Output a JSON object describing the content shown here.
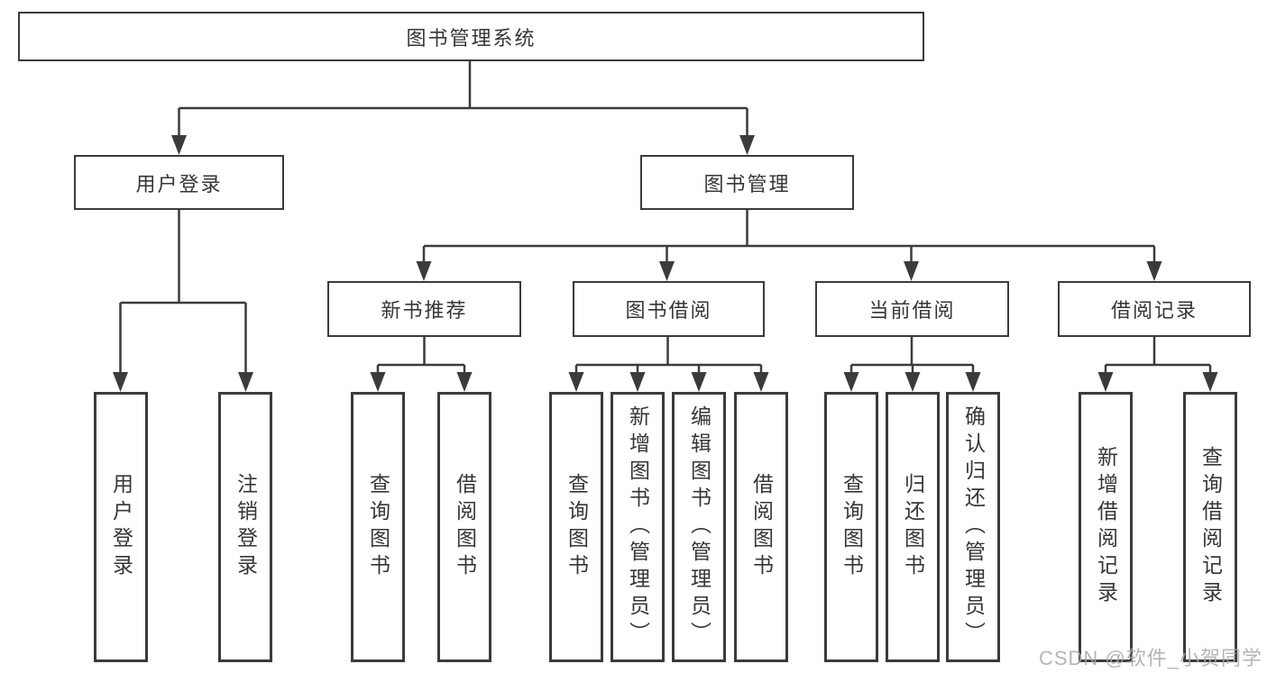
{
  "diagram": {
    "line_color": "#3b3b3b",
    "box_background": "#ffffff",
    "text_color": "#363636",
    "root": {
      "label": "图书管理系统"
    },
    "branches": [
      {
        "label": "用户登录",
        "children": [
          {
            "label": "用户登录"
          },
          {
            "label": "注销登录"
          }
        ]
      },
      {
        "label": "图书管理",
        "children": [
          {
            "label": "新书推荐",
            "children": [
              {
                "label": "查询图书"
              },
              {
                "label": "借阅图书"
              }
            ]
          },
          {
            "label": "图书借阅",
            "children": [
              {
                "label": "查询图书"
              },
              {
                "label": "新增图书（管理员）"
              },
              {
                "label": "编辑图书（管理员）"
              },
              {
                "label": "借阅图书"
              }
            ]
          },
          {
            "label": "当前借阅",
            "children": [
              {
                "label": "查询图书"
              },
              {
                "label": "归还图书"
              },
              {
                "label": "确认归还（管理员）"
              }
            ]
          },
          {
            "label": "借阅记录",
            "children": [
              {
                "label": "新增借阅记录"
              },
              {
                "label": "查询借阅记录"
              }
            ]
          }
        ]
      }
    ]
  },
  "watermark": {
    "text": "CSDN @软件_小贺同学",
    "color": "#a8a8a8"
  }
}
